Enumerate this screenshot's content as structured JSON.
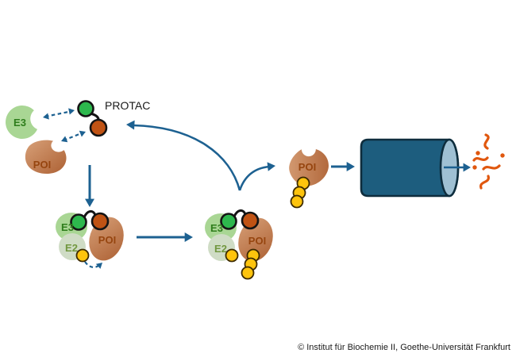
{
  "figure": {
    "labels": {
      "protac": "PROTAC",
      "e3": "E3",
      "e2": "E2",
      "poi": "POI"
    },
    "footer_credit": "© Institut für Biochemie II, Goethe-Universität Frankfurt",
    "colors": {
      "e3_fill": "#a9d694",
      "e3_text": "#2e7d1c",
      "e2_fill": "#cfdcc5",
      "e2_text": "#71973f",
      "poi_light": "#d7a078",
      "poi_dark": "#ad6134",
      "poi_text": "#96450f",
      "protac_green": "#2db84d",
      "protac_orange": "#c05314",
      "ubiquitin_yellow": "#fec40d",
      "ubiquitin_outline": "#3d2b00",
      "arrow_blue": "#1d6191",
      "linker_black": "#141414",
      "proteasome_body": "#1d5d7e",
      "proteasome_outline": "#0e2d3d",
      "proteasome_opening": "#9fc0d3",
      "degradation_orange": "#e0570e",
      "text_black": "#1a1a1a"
    }
  }
}
